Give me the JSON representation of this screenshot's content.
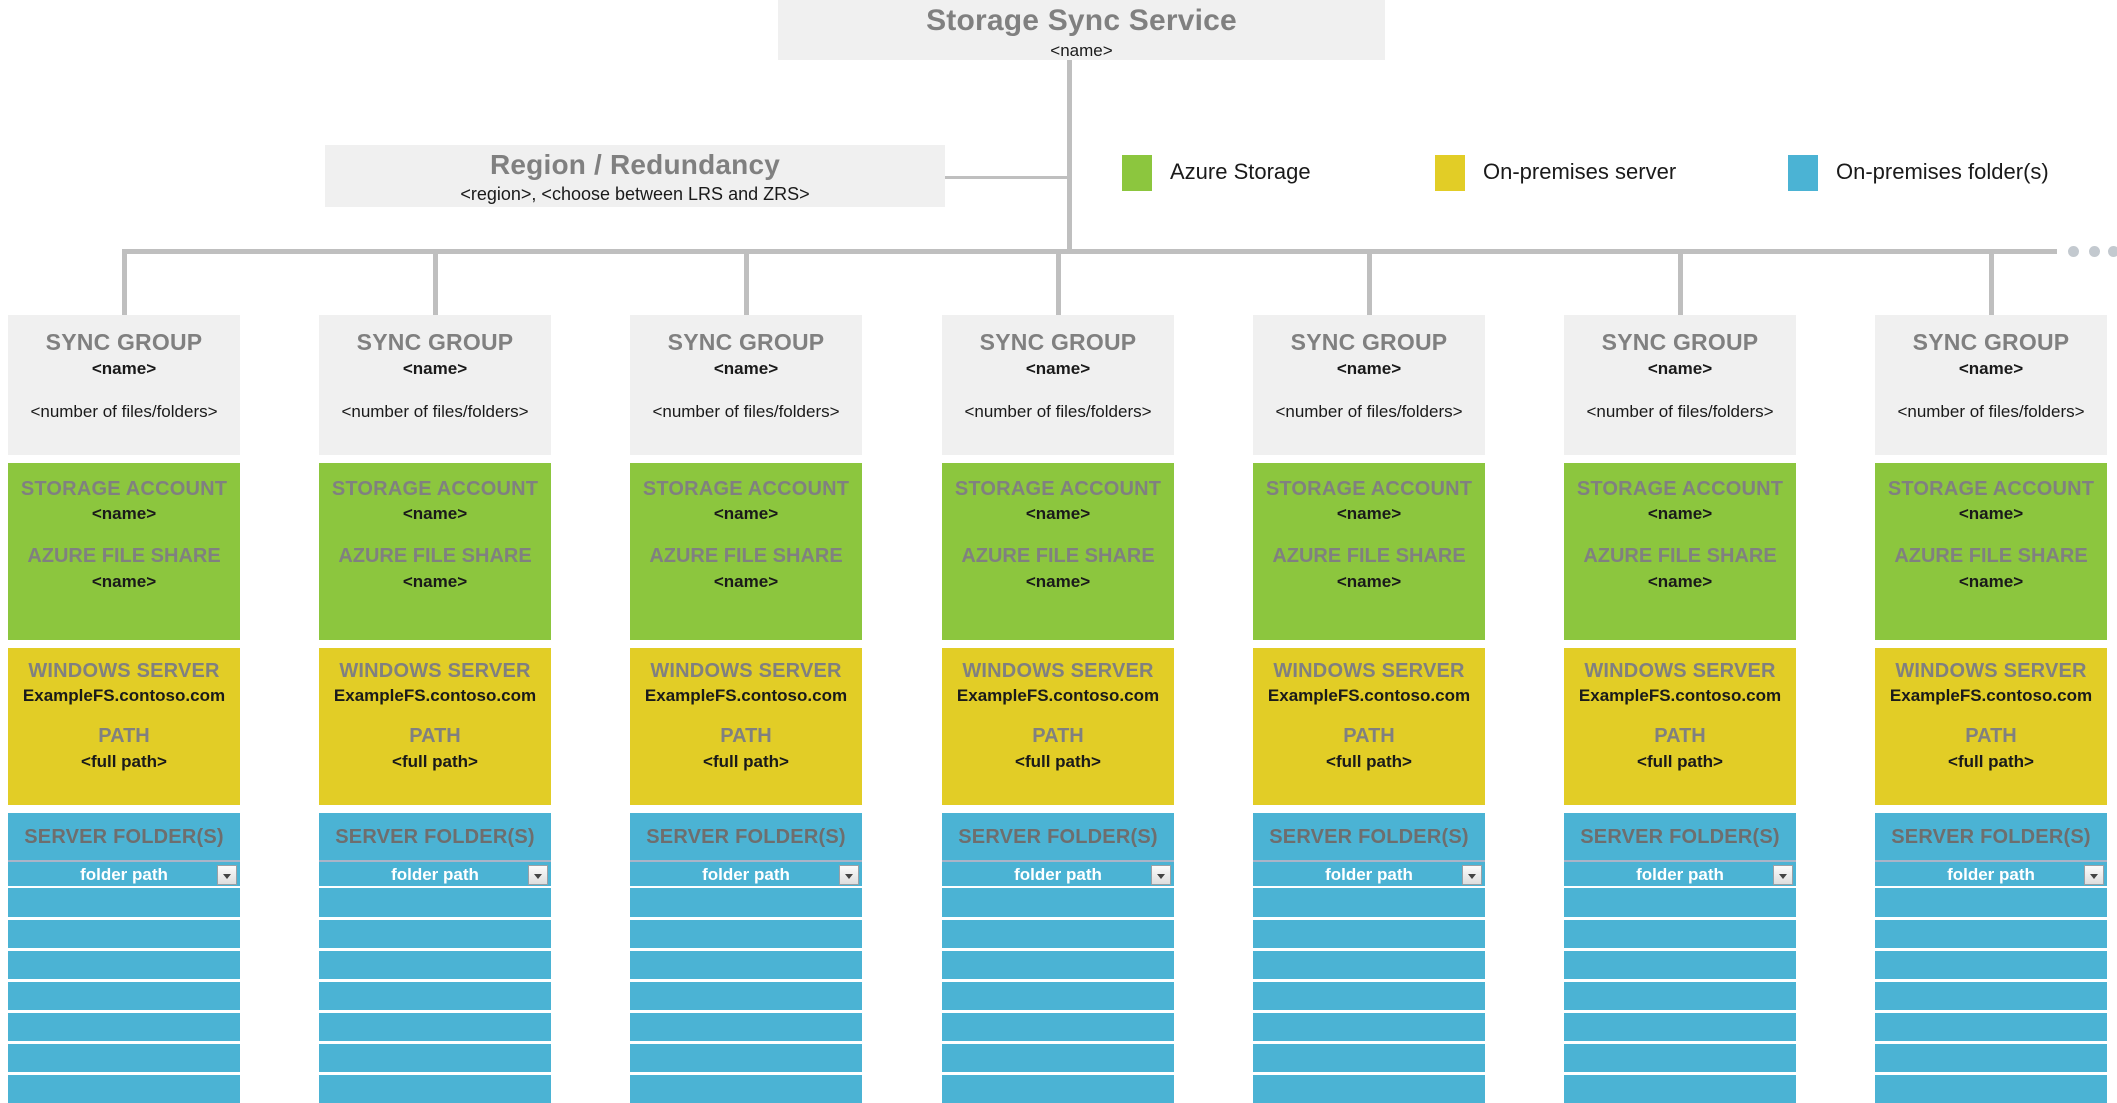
{
  "root": {
    "title": "Storage Sync Service",
    "subtitle": "<name>"
  },
  "region": {
    "title": "Region / Redundancy",
    "subtitle": "<region>, <choose between LRS and ZRS>"
  },
  "legend": {
    "items": [
      {
        "label": "Azure Storage",
        "color": "#8CC63E",
        "icon": "legend-swatch-green"
      },
      {
        "label": "On-premises server",
        "color": "#E2CD26",
        "icon": "legend-swatch-yellow"
      },
      {
        "label": "On-premises folder(s)",
        "color": "#4BB3D4",
        "icon": "legend-swatch-blue"
      }
    ]
  },
  "overflow_indicator": "...",
  "sync_group_template": {
    "sync_group": {
      "title": "SYNC GROUP",
      "name": "<name>",
      "files": "<number of files/folders>"
    },
    "storage_account": {
      "title": "STORAGE ACCOUNT",
      "name": "<name>",
      "share_title": "AZURE FILE SHARE",
      "share_name": "<name>"
    },
    "windows_server": {
      "title": "WINDOWS SERVER",
      "name": "ExampleFS.contoso.com",
      "path_title": "PATH",
      "path_value": "<full path>"
    },
    "server_folders": {
      "title": "SERVER FOLDER(S)",
      "folder_path_label": "folder path",
      "dropdown_icon": "chevron-down-icon",
      "empty_row_count": 8
    }
  },
  "columns": [
    {
      "index": 1
    },
    {
      "index": 2
    },
    {
      "index": 3
    },
    {
      "index": 4
    },
    {
      "index": 5
    },
    {
      "index": 6
    },
    {
      "index": 7
    }
  ],
  "colors": {
    "azure_storage_green": "#8CC63E",
    "onprem_server_yellow": "#E2CD26",
    "onprem_folder_blue": "#4BB3D4",
    "box_gray": "#f0f0f0",
    "connector_gray": "#bfbfbf",
    "title_gray": "#808080"
  }
}
